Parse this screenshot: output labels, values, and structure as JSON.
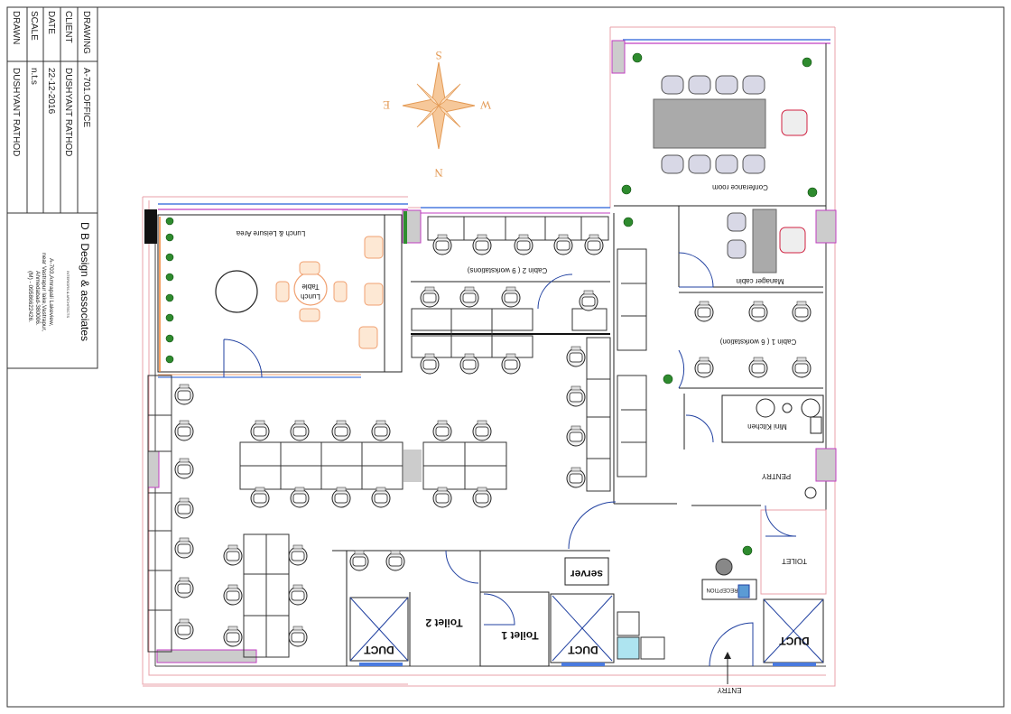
{
  "title_block": {
    "rows": [
      {
        "key": "DRAWING",
        "value": "A-701.OFFICE"
      },
      {
        "key": "CLIENT",
        "value": "DUSHYANT RATHOD"
      },
      {
        "key": "DATE",
        "value": "22-12-2016"
      },
      {
        "key": "SCALE",
        "value": "n.t.s"
      },
      {
        "key": "DRAWN",
        "value": "DUSHYANT RATHOD"
      }
    ],
    "firm_name": "D B Design & associates",
    "firm_tagline": "INTERIORS & ARCHITECTS",
    "address_lines": [
      "A-703,Amrapali Lakeview,",
      "near Vastrapur lake,Vastrapur,",
      "Ahmedabad-380006.",
      "(M) - 09586622426."
    ]
  },
  "compass": {
    "n": "N",
    "s": "S",
    "e": "E",
    "w": "W"
  },
  "rooms": {
    "lunch_area": "Lunch & Leisure Area",
    "lunch_table_1": "Lunch",
    "lunch_table_2": "Table",
    "cabin2": "Cabin 2 ( 9 workstations)",
    "conference": "Conferance room",
    "manager": "Manager cabin",
    "cabin1": "Cabin 1 ( 6 workstation)",
    "kitchen": "Mini Kitchen",
    "pentry": "PENTRY",
    "toilet_right": "TOILET",
    "reception": "RECEPTION",
    "entry": "ENTRY",
    "server": "server",
    "toilet1": "Toilet 1",
    "toilet2": "Toilet 2",
    "duct": "DUCT"
  }
}
